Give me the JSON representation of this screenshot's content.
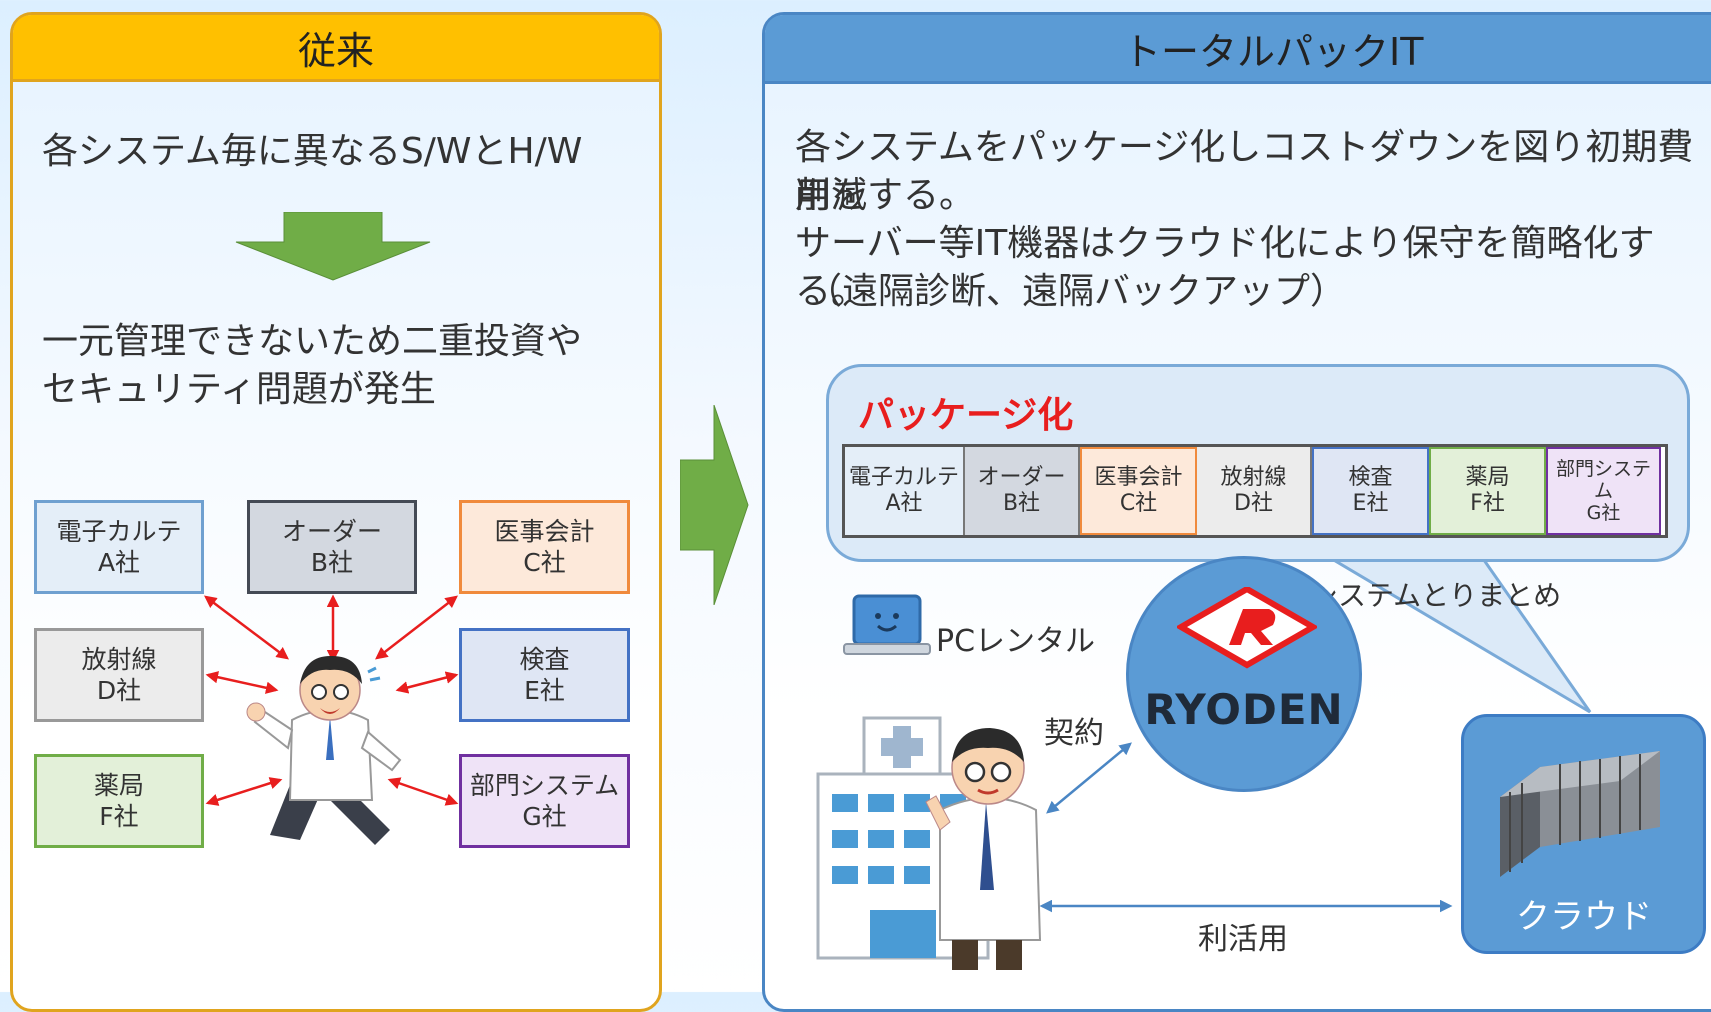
{
  "left": {
    "title": "従来",
    "line1": "各システム毎に異なるS/WとH/W",
    "problem_1": "一元管理できないため二重投資や",
    "problem_2": "セキュリティ問題が発生",
    "vendors": [
      {
        "name": "電子カルテ",
        "company": "A社",
        "border": "#6fa0d0",
        "fill": "#e4eef8"
      },
      {
        "name": "オーダー",
        "company": "B社",
        "border": "#444a55",
        "fill": "#d3d8e0"
      },
      {
        "name": "医事会計",
        "company": "C社",
        "border": "#f08a3c",
        "fill": "#fde9da"
      },
      {
        "name": "放射線",
        "company": "D社",
        "border": "#999999",
        "fill": "#ececec"
      },
      {
        "name": "検査",
        "company": "E社",
        "border": "#4472c4",
        "fill": "#dfe6f4"
      },
      {
        "name": "薬局",
        "company": "F社",
        "border": "#70ad47",
        "fill": "#e3f0d9"
      },
      {
        "name": "部門システム",
        "company": "G社",
        "border": "#7030a0",
        "fill": "#efe3f7"
      }
    ]
  },
  "right": {
    "title": "トータルパックIT",
    "desc_1": "各システムをパッケージ化しコストダウンを図り初期費用を",
    "desc_2": "削減する。",
    "desc_3": "サーバー等IT機器はクラウド化により保守を簡略化する。",
    "desc_4": "（遠隔診断、遠隔バックアップ）",
    "package_title": "パッケージ化",
    "package_items": [
      {
        "name": "電子カルテ",
        "company": "A社",
        "fill": "#e4eef8"
      },
      {
        "name": "オーダー",
        "company": "B社",
        "fill": "#d3d8e0"
      },
      {
        "name": "医事会計",
        "company": "C社",
        "fill": "#fde9da"
      },
      {
        "name": "放射線",
        "company": "D社",
        "fill": "#ececec"
      },
      {
        "name": "検査",
        "company": "E社",
        "fill": "#dfe6f4"
      },
      {
        "name": "薬局",
        "company": "F社",
        "fill": "#e3f0d9"
      },
      {
        "name": "部門システム",
        "company": "G社",
        "fill": "#efe3f7"
      }
    ],
    "pc_rental": "PCレンタル",
    "system_integration": "システムとりまとめ",
    "company_logo": "RYODEN",
    "contract": "契約",
    "usage": "利活用",
    "cloud": "クラウド"
  },
  "colors": {
    "left_header": "#ffc000",
    "left_border": "#e0a41e",
    "right_header": "#5b9bd5",
    "right_border": "#4a86c4",
    "arrow_green": "#70ad47",
    "red_arrow": "#e81e1e",
    "package_red": "#e81e1e"
  }
}
